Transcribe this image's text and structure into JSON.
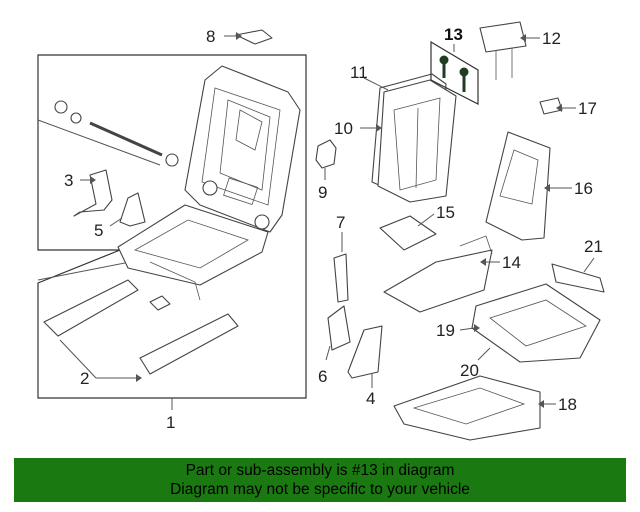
{
  "labels": {
    "c1": "1",
    "c2": "2",
    "c3": "3",
    "c4": "4",
    "c5": "5",
    "c6": "6",
    "c7": "7",
    "c8": "8",
    "c9": "9",
    "c10": "10",
    "c11": "11",
    "c12": "12",
    "c13": "13",
    "c14": "14",
    "c15": "15",
    "c16": "16",
    "c17": "17",
    "c18": "18",
    "c19": "19",
    "c20": "20",
    "c21": "21"
  },
  "banner": {
    "line1": "Part or sub-assembly is #13 in diagram",
    "line2": "Diagram may not be specific to your vehicle"
  },
  "colors": {
    "banner": "#1a7a11",
    "highlight_part": "#1f3d22"
  }
}
